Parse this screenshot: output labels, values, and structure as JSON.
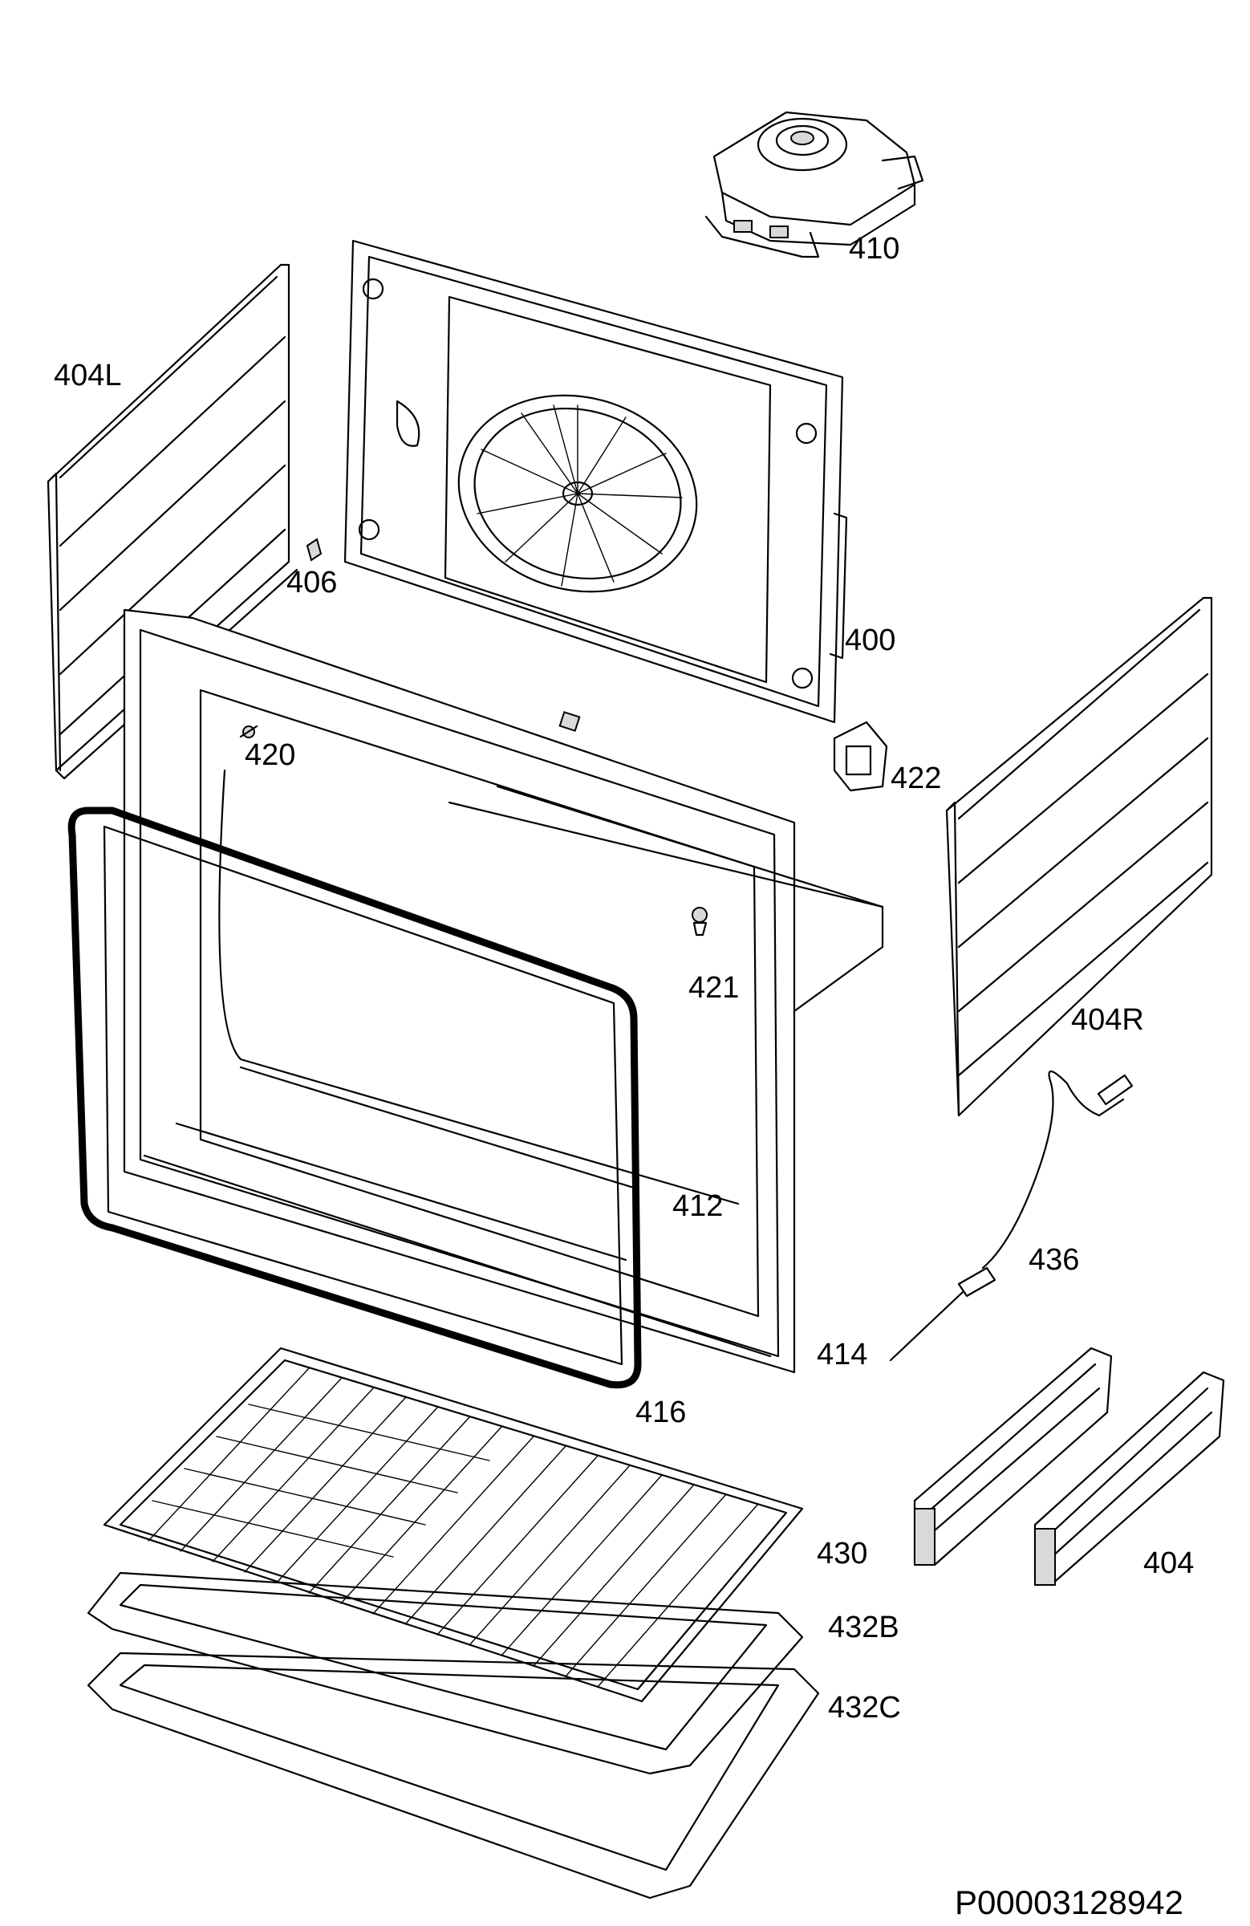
{
  "diagram": {
    "document_code": "P00003128942",
    "part_labels": {
      "p410": "410",
      "p404L": "404L",
      "p406": "406",
      "p400": "400",
      "p420": "420",
      "p422": "422",
      "p421": "421",
      "p404R": "404R",
      "p412": "412",
      "p436": "436",
      "p414": "414",
      "p416": "416",
      "p430": "430",
      "p404": "404",
      "p432B": "432B",
      "p432C": "432C"
    }
  }
}
